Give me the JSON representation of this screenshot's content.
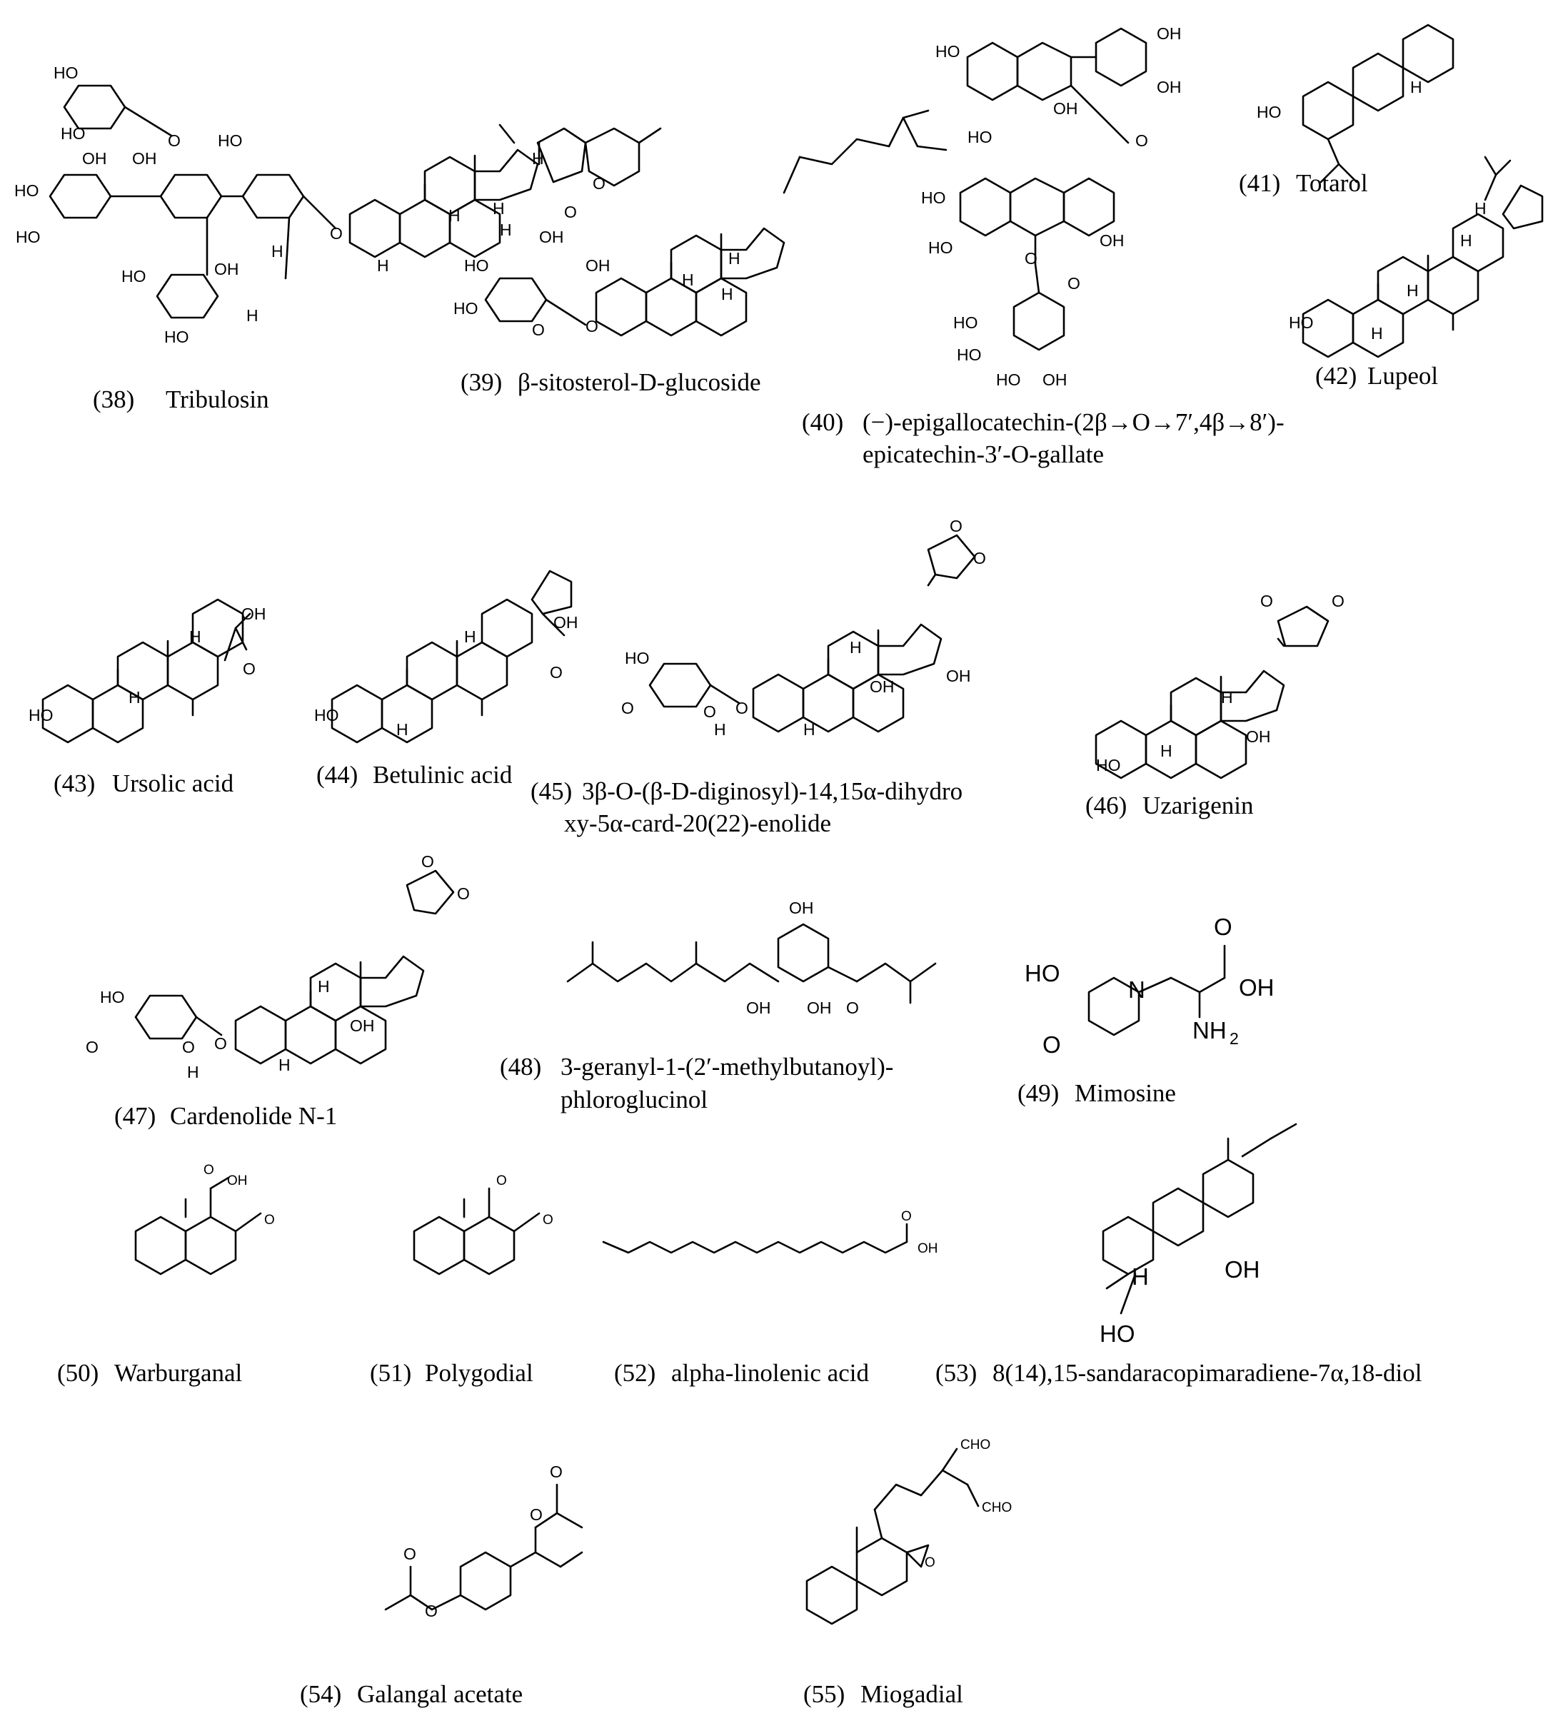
{
  "compounds": [
    {
      "id": "c38",
      "number": "(38)",
      "name": "Tribulosin"
    },
    {
      "id": "c39",
      "number": "(39)",
      "name": "β-sitosterol-D-glucoside"
    },
    {
      "id": "c40",
      "number": "(40)",
      "name_line1": "(−)-epigallocatechin-(2β→O→7′,4β→8′)-",
      "name_line2": "epicatechin-3′-O-gallate"
    },
    {
      "id": "c41",
      "number": "(41)",
      "name": "Totarol"
    },
    {
      "id": "c42",
      "number": "(42)",
      "name": "Lupeol"
    },
    {
      "id": "c43",
      "number": "(43)",
      "name": "Ursolic acid"
    },
    {
      "id": "c44",
      "number": "(44)",
      "name": "Betulinic acid"
    },
    {
      "id": "c45",
      "number": "(45)",
      "name_line1": "3β-O-(β-D-diginosyl)-14,15α-dihydro",
      "name_line2": "xy-5α-card-20(22)-enolide"
    },
    {
      "id": "c46",
      "number": "(46)",
      "name": "Uzarigenin"
    },
    {
      "id": "c47",
      "number": "(47)",
      "name": "Cardenolide N-1"
    },
    {
      "id": "c48",
      "number": "(48)",
      "name_line1": "3-geranyl-1-(2′-methylbutanoyl)-",
      "name_line2": "phloroglucinol"
    },
    {
      "id": "c49",
      "number": "(49)",
      "name": "Mimosine"
    },
    {
      "id": "c50",
      "number": "(50)",
      "name": "Warburganal"
    },
    {
      "id": "c51",
      "number": "(51)",
      "name": "Polygodial"
    },
    {
      "id": "c52",
      "number": "(52)",
      "name": "alpha-linolenic  acid"
    },
    {
      "id": "c53",
      "number": "(53)",
      "name": "8(14),15-sandaracopimaradiene-7α,18-diol"
    },
    {
      "id": "c54",
      "number": "(54)",
      "name": "Galangal  acetate"
    },
    {
      "id": "c55",
      "number": "(55)",
      "name": "Miogadial"
    }
  ],
  "atoms": {
    "HO": "HO",
    "OH": "OH",
    "O": "O",
    "H": "H",
    "OOH": "OH",
    "CHO": "CHO",
    "N": "N",
    "NH2": "NH",
    "sub2": "2"
  }
}
